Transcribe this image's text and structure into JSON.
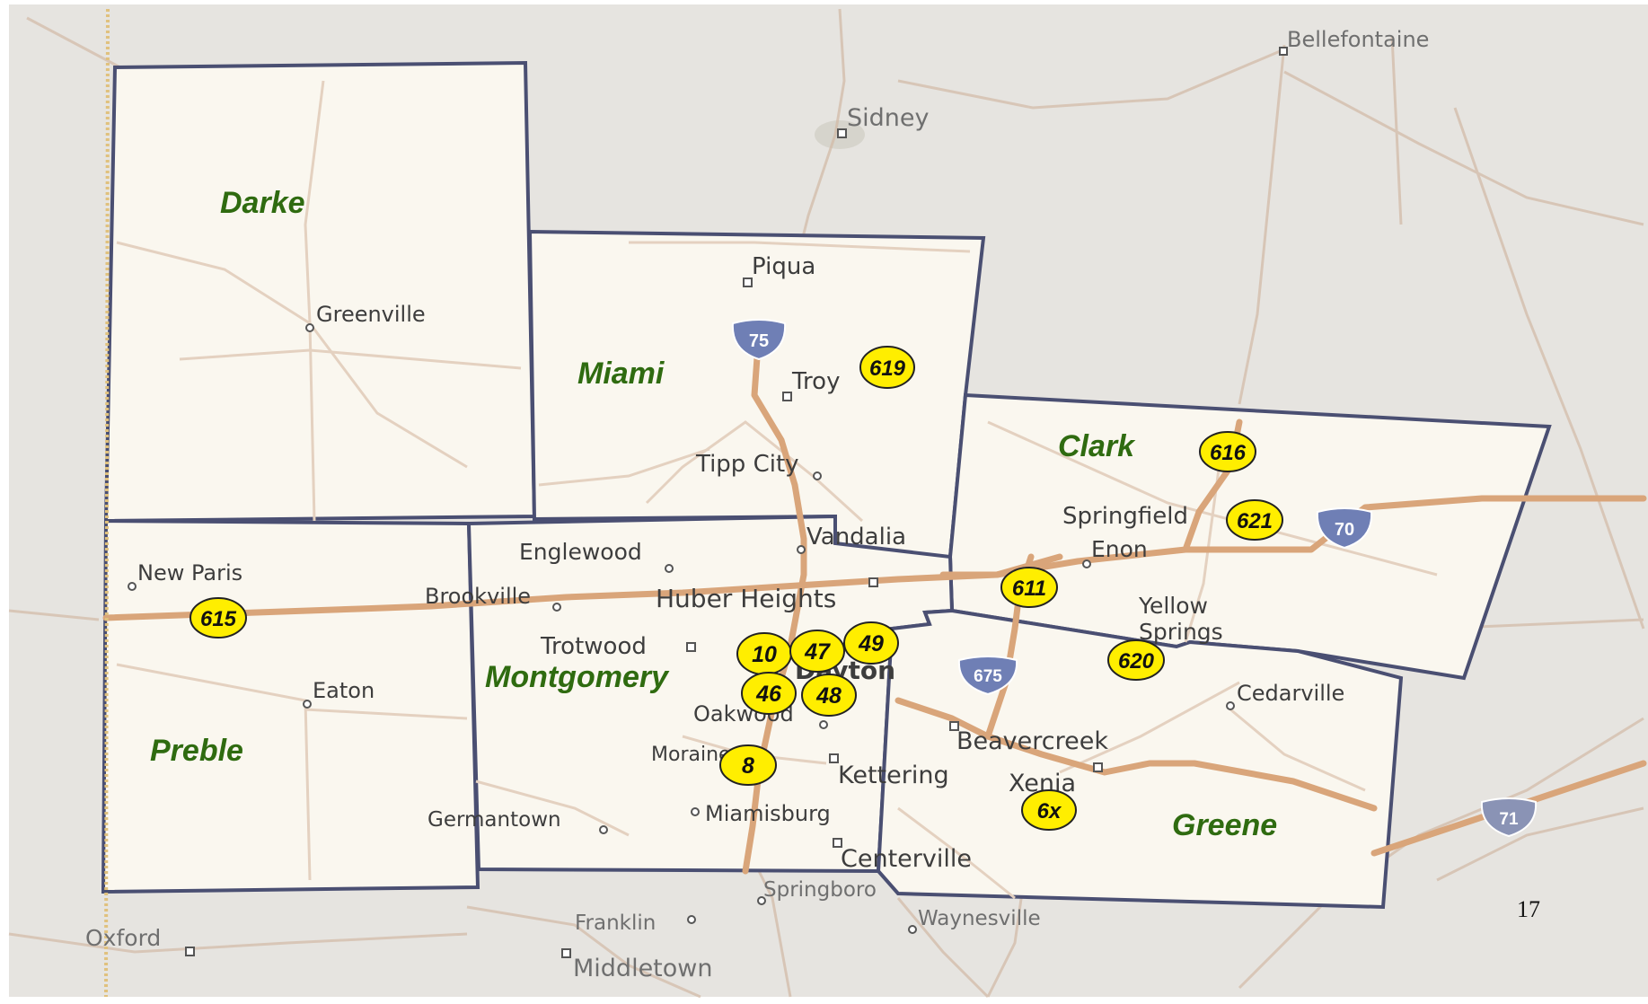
{
  "map": {
    "counties": [
      {
        "id": "darke",
        "name": "Darke"
      },
      {
        "id": "miami",
        "name": "Miami"
      },
      {
        "id": "clark",
        "name": "Clark"
      },
      {
        "id": "preble",
        "name": "Preble"
      },
      {
        "id": "montgomery",
        "name": "Montgomery"
      },
      {
        "id": "greene",
        "name": "Greene"
      }
    ],
    "cities": [
      {
        "id": "bellefontaine",
        "name": "Bellefontaine"
      },
      {
        "id": "sidney",
        "name": "Sidney"
      },
      {
        "id": "greenville",
        "name": "Greenville"
      },
      {
        "id": "piqua",
        "name": "Piqua"
      },
      {
        "id": "troy",
        "name": "Troy"
      },
      {
        "id": "tipp-city",
        "name": "Tipp City"
      },
      {
        "id": "vandalia",
        "name": "Vandalia"
      },
      {
        "id": "englewood",
        "name": "Englewood"
      },
      {
        "id": "new-paris",
        "name": "New Paris"
      },
      {
        "id": "brookville",
        "name": "Brookville"
      },
      {
        "id": "huber-heights",
        "name": "Huber Heights"
      },
      {
        "id": "springfield",
        "name": "Springfield"
      },
      {
        "id": "enon",
        "name": "Enon"
      },
      {
        "id": "yellow",
        "name": "Yellow"
      },
      {
        "id": "springs",
        "name": "Springs"
      },
      {
        "id": "trotwood",
        "name": "Trotwood"
      },
      {
        "id": "dayton",
        "name": "Dayton"
      },
      {
        "id": "eaton",
        "name": "Eaton"
      },
      {
        "id": "cedarville",
        "name": "Cedarville"
      },
      {
        "id": "oakwood",
        "name": "Oakwood"
      },
      {
        "id": "beavercreek",
        "name": "Beavercreek"
      },
      {
        "id": "moraine",
        "name": "Moraine"
      },
      {
        "id": "kettering",
        "name": "Kettering"
      },
      {
        "id": "xenia",
        "name": "Xenia"
      },
      {
        "id": "germantown",
        "name": "Germantown"
      },
      {
        "id": "miamisburg",
        "name": "Miamisburg"
      },
      {
        "id": "centerville",
        "name": "Centerville"
      },
      {
        "id": "springboro",
        "name": "Springboro"
      },
      {
        "id": "waynesville",
        "name": "Waynesville"
      },
      {
        "id": "franklin",
        "name": "Franklin"
      },
      {
        "id": "oxford",
        "name": "Oxford"
      },
      {
        "id": "middletown",
        "name": "Middletown"
      }
    ],
    "markers": [
      {
        "id": "619",
        "label": "619"
      },
      {
        "id": "616",
        "label": "616"
      },
      {
        "id": "621",
        "label": "621"
      },
      {
        "id": "611",
        "label": "611"
      },
      {
        "id": "615",
        "label": "615"
      },
      {
        "id": "10",
        "label": "10"
      },
      {
        "id": "47",
        "label": "47"
      },
      {
        "id": "49",
        "label": "49"
      },
      {
        "id": "46",
        "label": "46"
      },
      {
        "id": "48",
        "label": "48"
      },
      {
        "id": "620",
        "label": "620"
      },
      {
        "id": "8",
        "label": "8"
      },
      {
        "id": "6x",
        "label": "6x"
      }
    ],
    "shields": [
      {
        "id": "i75",
        "label": "75"
      },
      {
        "id": "i70",
        "label": "70"
      },
      {
        "id": "i675",
        "label": "675"
      },
      {
        "id": "i71",
        "label": "71"
      }
    ],
    "colors": {
      "background": "#e6e4e0",
      "county_fill": "#faf7ef",
      "county_border": "#4a4f72",
      "county_label": "#2f6b10",
      "highway": "#d9a57a",
      "marker_fill": "#ffee00",
      "shield_fill": "#6f7fb5"
    }
  },
  "page_number": "17"
}
